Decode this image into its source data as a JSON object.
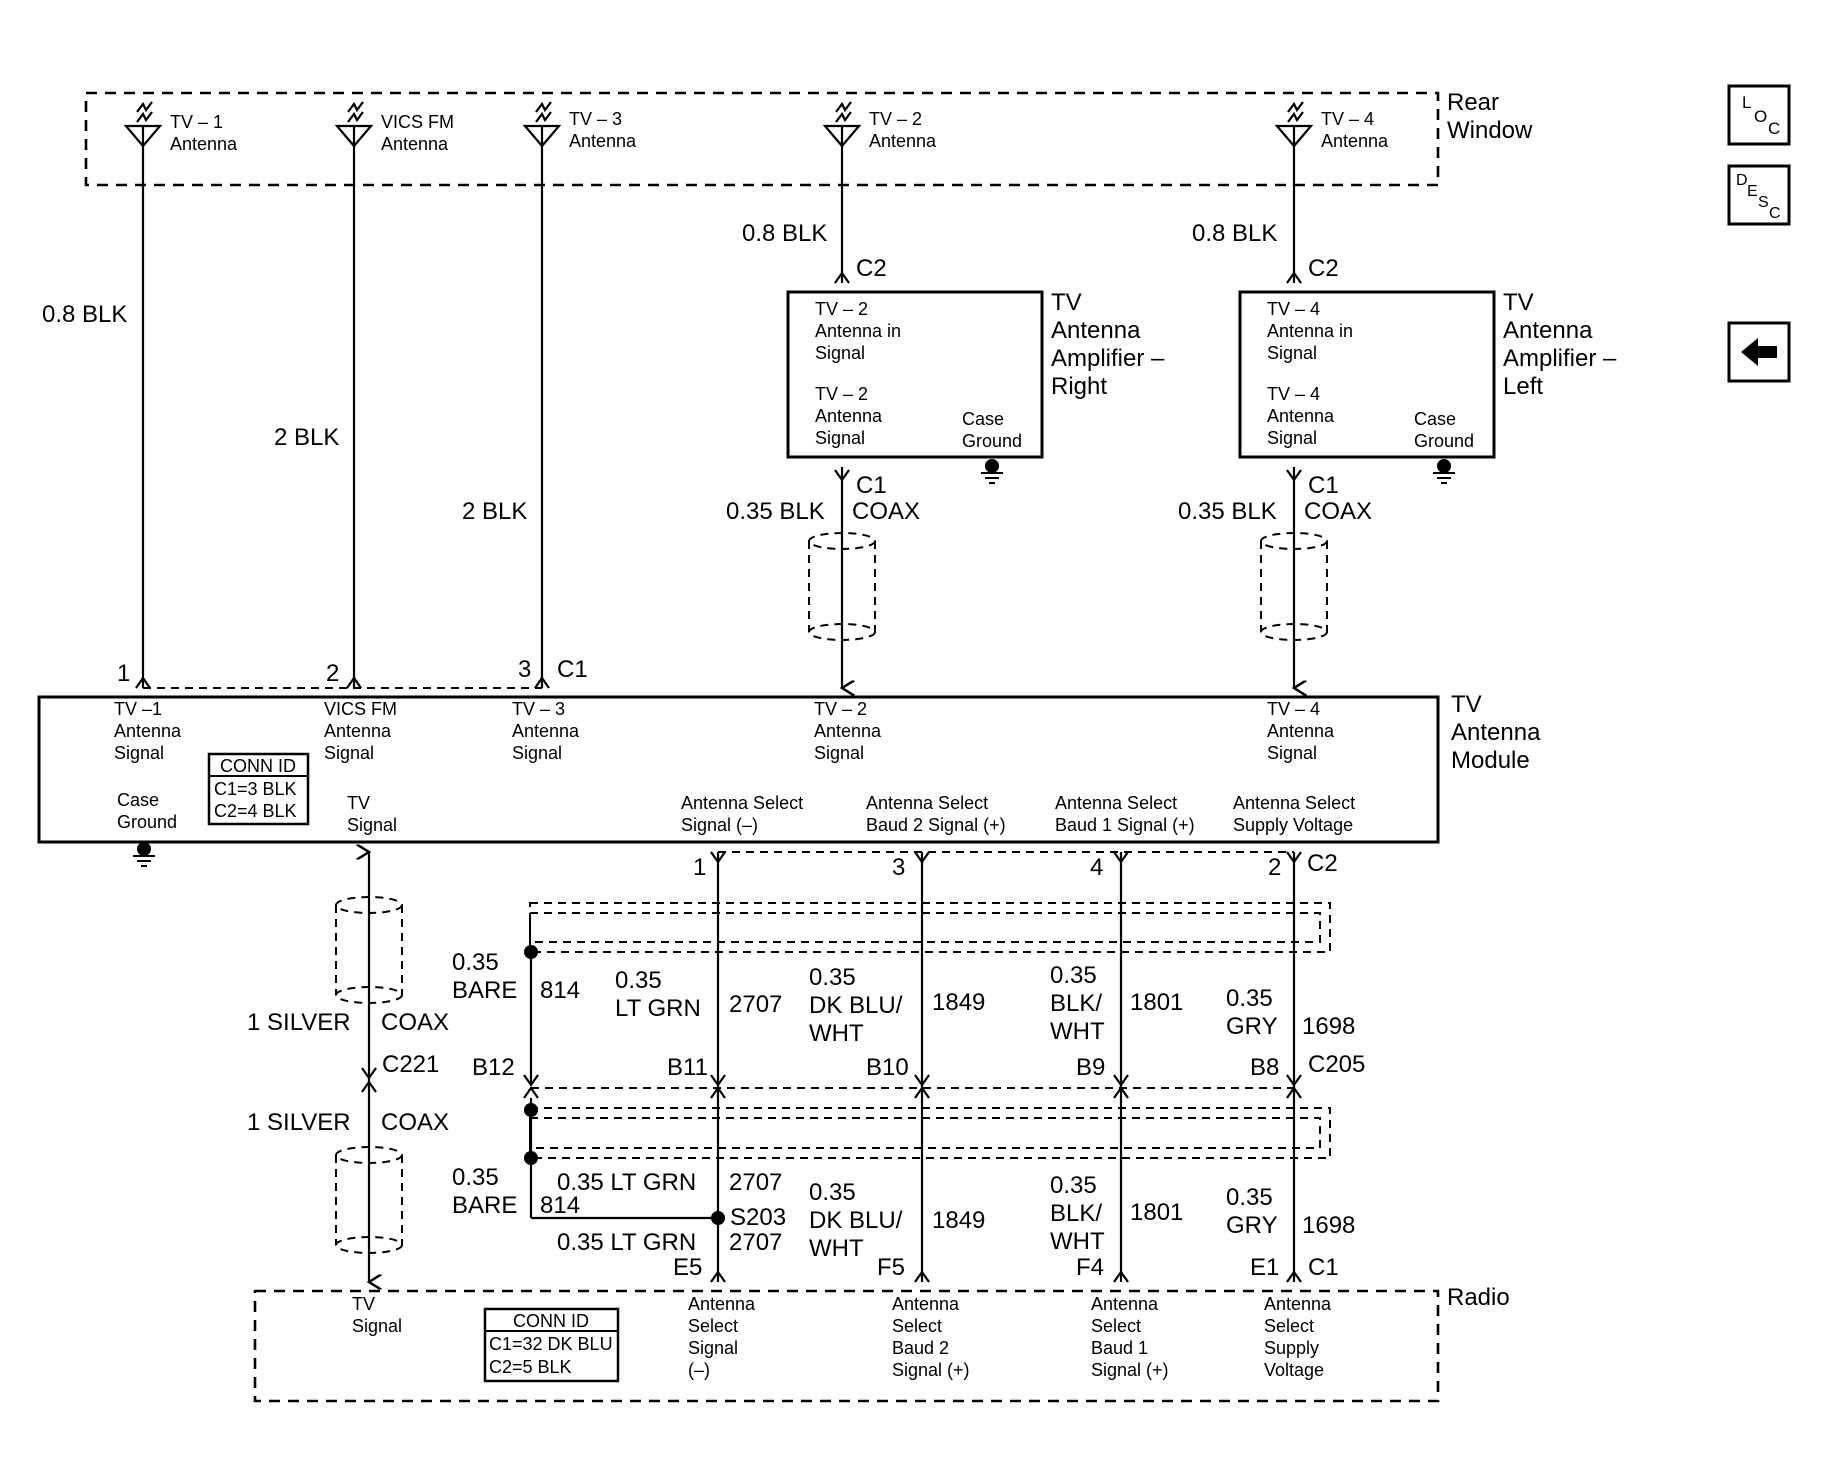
{
  "nav": {
    "loc": "LOC",
    "desc": "DESC"
  },
  "zones": {
    "rear_window": [
      "Rear",
      "Window"
    ],
    "radio": "Radio"
  },
  "antennas": [
    {
      "id": "tv1",
      "lines": [
        "TV – 1",
        "Antenna"
      ]
    },
    {
      "id": "vics",
      "lines": [
        "VICS FM",
        "Antenna"
      ]
    },
    {
      "id": "tv3",
      "lines": [
        "TV – 3",
        "Antenna"
      ]
    },
    {
      "id": "tv2",
      "lines": [
        "TV – 2",
        "Antenna"
      ]
    },
    {
      "id": "tv4",
      "lines": [
        "TV – 4",
        "Antenna"
      ]
    }
  ],
  "upper_wires": {
    "tv1": "0.8 BLK",
    "vics": "2 BLK",
    "tv3": "2 BLK",
    "tv2": "0.8 BLK",
    "tv4": "0.8 BLK",
    "tv2_coax": "0.35 BLK",
    "tv4_coax": "0.35 BLK",
    "coax_word": "COAX"
  },
  "connectors": {
    "c1": "C1",
    "c2": "C2",
    "c205": "C205",
    "c221": "C221",
    "s203": "S203"
  },
  "pins_module_top": [
    "1",
    "2",
    "3"
  ],
  "amp_right": {
    "title": [
      "TV",
      "Antenna",
      "Amplifier –",
      "Right"
    ],
    "in_signal": [
      "TV – 2",
      "Antenna in",
      "Signal"
    ],
    "out_signal": [
      "TV – 2",
      "Antenna",
      "Signal"
    ],
    "case_ground": [
      "Case",
      "Ground"
    ]
  },
  "amp_left": {
    "title": [
      "TV",
      "Antenna",
      "Amplifier –",
      "Left"
    ],
    "in_signal": [
      "TV – 4",
      "Antenna in",
      "Signal"
    ],
    "out_signal": [
      "TV – 4",
      "Antenna",
      "Signal"
    ],
    "case_ground": [
      "Case",
      "Ground"
    ]
  },
  "module": {
    "title": [
      "TV",
      "Antenna",
      "Module"
    ],
    "tv1_signal": [
      "TV –1",
      "Antenna",
      "Signal"
    ],
    "vics_signal": [
      "VICS FM",
      "Antenna",
      "Signal"
    ],
    "tv3_signal": [
      "TV – 3",
      "Antenna",
      "Signal"
    ],
    "tv2_signal": [
      "TV – 2",
      "Antenna",
      "Signal"
    ],
    "tv4_signal": [
      "TV – 4",
      "Antenna",
      "Signal"
    ],
    "case_ground": [
      "Case",
      "Ground"
    ],
    "tv_signal": [
      "TV",
      "Signal"
    ],
    "conn_id": [
      "CONN ID",
      "C1=3 BLK",
      "C2=4 BLK"
    ],
    "select_signals": [
      [
        "Antenna Select",
        "Signal (–)"
      ],
      [
        "Antenna Select",
        "Baud 2 Signal (+)"
      ],
      [
        "Antenna Select",
        "Baud 1 Signal (+)"
      ],
      [
        "Antenna Select",
        "Supply Voltage"
      ]
    ]
  },
  "module_bottom_pins": [
    "1",
    "3",
    "4",
    "2"
  ],
  "coax_silver": [
    "1 SILVER",
    "COAX"
  ],
  "upper_harness": [
    [
      "0.35",
      "BARE"
    ],
    "814",
    [
      "0.35",
      "LT GRN"
    ],
    "2707",
    [
      "0.35",
      "DK BLU/",
      "WHT"
    ],
    "1849",
    [
      "0.35",
      "BLK/",
      "WHT"
    ],
    "1801",
    [
      "0.35",
      "GRY"
    ],
    "1698"
  ],
  "inline_pins": [
    "B12",
    "B11",
    "B10",
    "B9",
    "B8"
  ],
  "lower_harness": {
    "bare": [
      "0.35",
      "BARE"
    ],
    "bare_circuit": "814",
    "lt_grn_a": "0.35 LT GRN",
    "lt_grn_a_circuit": "2707",
    "lt_grn_b": "0.35 LT GRN",
    "lt_grn_b_circuit": "2707",
    "dkblu": [
      "0.35",
      "DK BLU/",
      "WHT"
    ],
    "dkblu_circuit": "1849",
    "blk": [
      "0.35",
      "BLK/",
      "WHT"
    ],
    "blk_circuit": "1801",
    "gry": [
      "0.35",
      "GRY"
    ],
    "gry_circuit": "1698"
  },
  "radio_pins": [
    "E5",
    "F5",
    "F4",
    "E1"
  ],
  "radio": {
    "tv_signal": [
      "TV",
      "Signal"
    ],
    "conn_id": [
      "CONN ID",
      "C1=32 DK BLU",
      "C2=5 BLK"
    ],
    "select_signal": [
      "Antenna",
      "Select",
      "Signal",
      "(–)"
    ],
    "baud2": [
      "Antenna",
      "Select",
      "Baud 2",
      "Signal (+)"
    ],
    "baud1": [
      "Antenna",
      "Select",
      "Baud 1",
      "Signal (+)"
    ],
    "supply": [
      "Antenna",
      "Select",
      "Supply",
      "Voltage"
    ]
  }
}
